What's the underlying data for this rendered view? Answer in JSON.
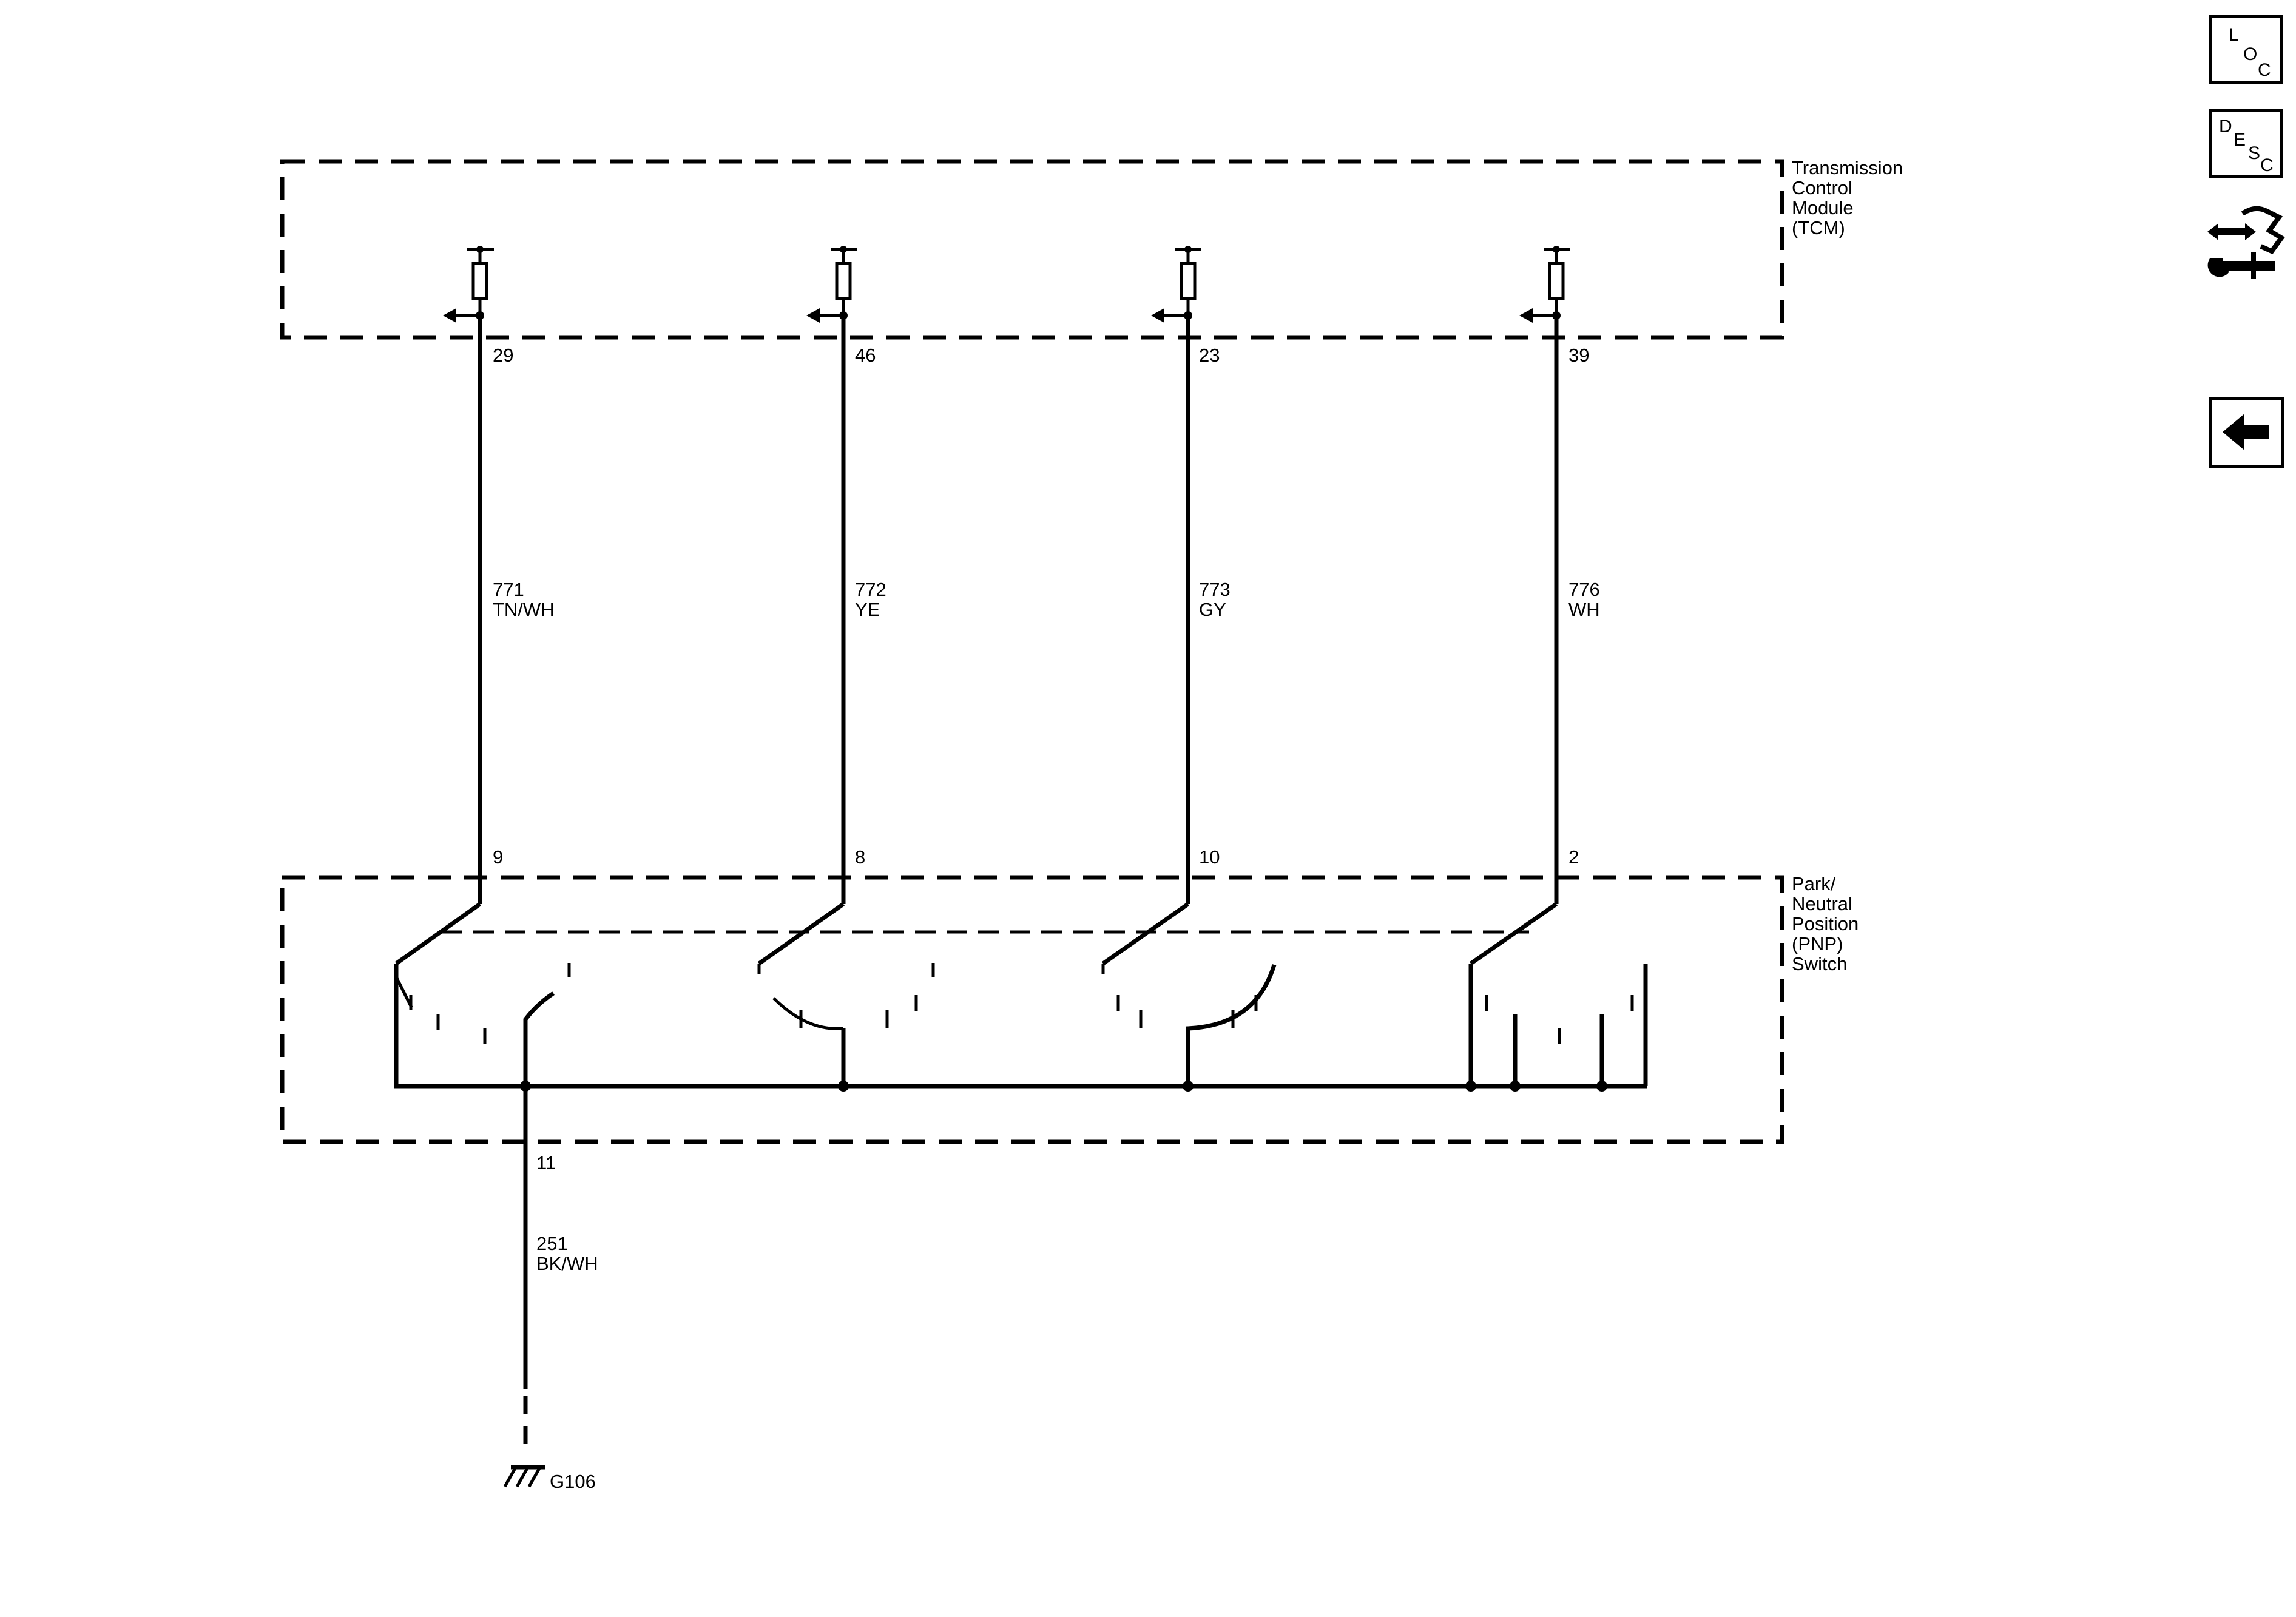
{
  "tcm": {
    "label_lines": [
      "Transmission",
      "Control",
      "Module",
      "(TCM)"
    ]
  },
  "pnp": {
    "label_lines": [
      "Park/",
      "Neutral",
      "Position",
      "(PNP)",
      "Switch"
    ]
  },
  "circuits": [
    {
      "tcm_pin": "29",
      "circuit": "771",
      "color": "TN/WH",
      "switch_pin": "9"
    },
    {
      "tcm_pin": "46",
      "circuit": "772",
      "color": "YE",
      "switch_pin": "8"
    },
    {
      "tcm_pin": "23",
      "circuit": "773",
      "color": "GY",
      "switch_pin": "10"
    },
    {
      "tcm_pin": "39",
      "circuit": "776",
      "color": "WH",
      "switch_pin": "2"
    }
  ],
  "ground": {
    "pin": "11",
    "circuit": "251",
    "color": "BK/WH",
    "label": "G106"
  },
  "side_buttons": {
    "loc": {
      "letters": [
        "L",
        "O",
        "C"
      ]
    },
    "desc": {
      "letters": [
        "D",
        "E",
        "S",
        "C"
      ]
    },
    "service_icon": "connector-wrench-icon",
    "back_icon": "back-arrow-icon"
  }
}
